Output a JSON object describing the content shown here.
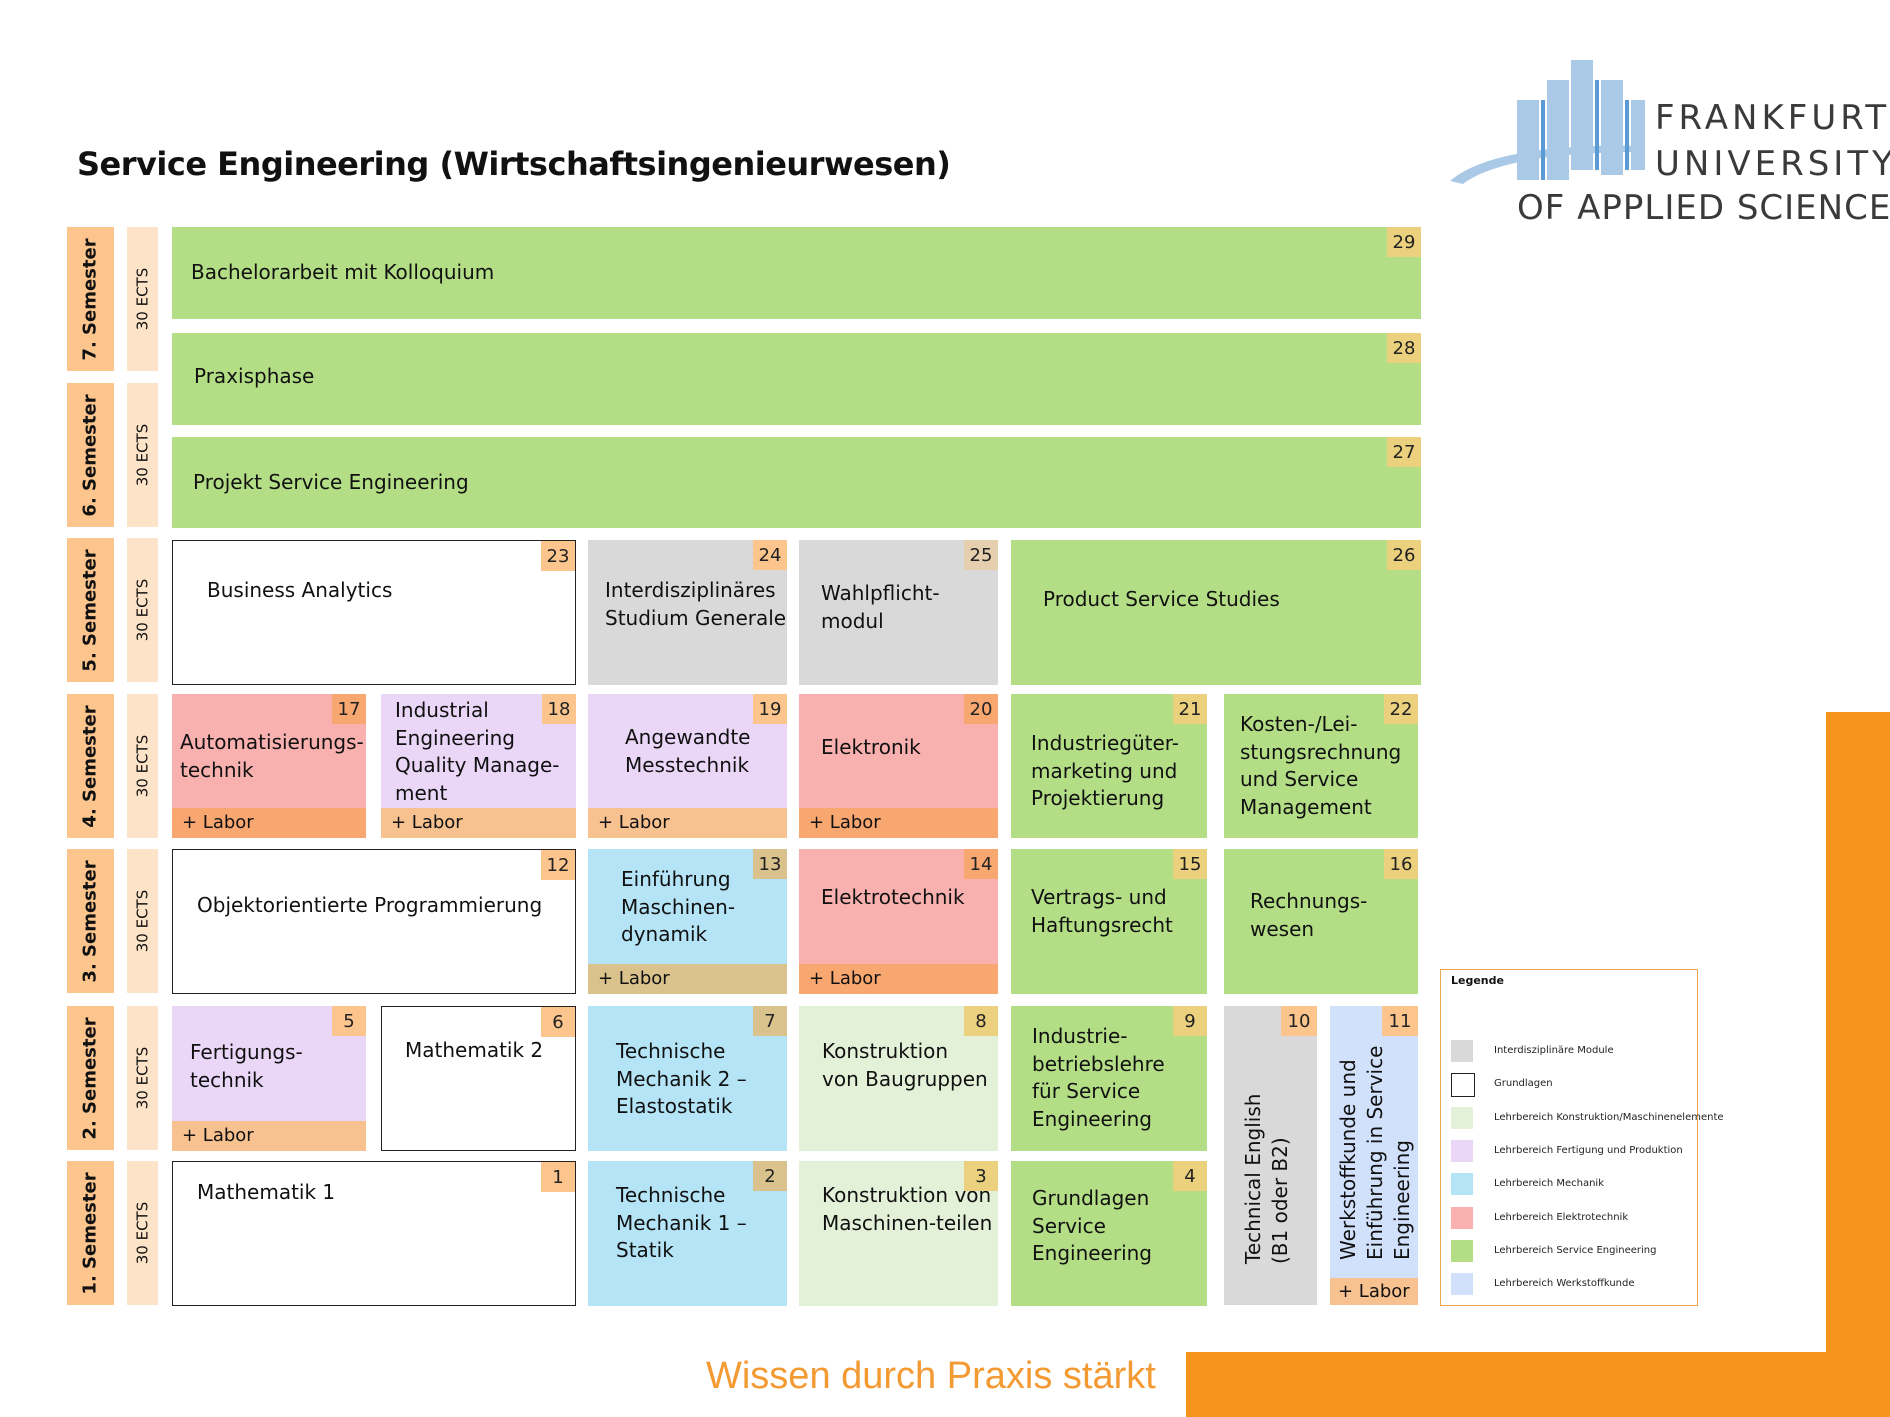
{
  "title": "Service Engineering (Wirtschaftsingenieurwesen)",
  "colors": {
    "interdisziplinaer": "#d9d9d9",
    "grundlagen": "#ffffff",
    "konstruktion": "#e2f1d8",
    "fertigung": "#ead7f8",
    "mechanik": "#b4e4f5",
    "elektrotechnik": "#f9b1b0",
    "service_engineering": "#b4de86",
    "werkstoffkunde": "#d1e0fb",
    "semester_label": "#fbc58d",
    "ects_label": "#fde4c8",
    "brand_orange": "#f7941d",
    "slogan_text": "#f39a33",
    "logo_blue": "#a9c9e6"
  },
  "semesters": [
    {
      "label": "7.  Semester",
      "ects": "30 ECTS"
    },
    {
      "label": "6.  Semester",
      "ects": "30 ECTS"
    },
    {
      "label": "5.  Semester",
      "ects": "30 ECTS"
    },
    {
      "label": "4. Semester",
      "ects": "30 ECTS"
    },
    {
      "label": "3. Semester",
      "ects": "30 ECTS"
    },
    {
      "label": "2. Semester",
      "ects": "30 ECTS"
    },
    {
      "label": "1. Semester",
      "ects": "30 ECTS"
    }
  ],
  "modules": [
    {
      "num": "1",
      "label": "Mathematik 1",
      "category": "grundlagen"
    },
    {
      "num": "2",
      "label": "Technische\nMechanik 1 –\nStatik",
      "category": "mechanik"
    },
    {
      "num": "3",
      "label": "Konstruktion von\nMaschinen-teilen",
      "category": "konstruktion"
    },
    {
      "num": "4",
      "label": "Grundlagen\nService\nEngineering",
      "category": "service_engineering"
    },
    {
      "num": "5",
      "label": "Fertigungs-\ntechnik",
      "category": "fertigung",
      "labor": "+ Labor"
    },
    {
      "num": "6",
      "label": "Mathematik 2",
      "category": "grundlagen"
    },
    {
      "num": "7",
      "label": "Technische\nMechanik 2 –\nElastostatik",
      "category": "mechanik"
    },
    {
      "num": "8",
      "label": "Konstruktion\nvon Baugruppen",
      "category": "konstruktion"
    },
    {
      "num": "9",
      "label": "Industrie-\nbetriebslehre\nfür Service\nEngineering",
      "category": "service_engineering"
    },
    {
      "num": "10",
      "label": "Technical English\n(B1 oder B2)",
      "category": "interdisziplinaer"
    },
    {
      "num": "11",
      "label": "Werkstoffkunde und\nEinführung in Service\nEngineering",
      "category": "werkstoffkunde",
      "labor": "+ Labor"
    },
    {
      "num": "12",
      "label": "Objektorientierte Programmierung",
      "category": "grundlagen"
    },
    {
      "num": "13",
      "label": "Einführung\nMaschinen-\ndynamik",
      "category": "mechanik",
      "labor": "+ Labor"
    },
    {
      "num": "14",
      "label": "Elektrotechnik",
      "category": "elektrotechnik",
      "labor": "+ Labor"
    },
    {
      "num": "15",
      "label": "Vertrags- und\nHaftungsrecht",
      "category": "service_engineering"
    },
    {
      "num": "16",
      "label": "Rechnungs-\nwesen",
      "category": "service_engineering"
    },
    {
      "num": "17",
      "label": "Automatisierungs-\ntechnik",
      "category": "elektrotechnik",
      "labor": "+ Labor"
    },
    {
      "num": "18",
      "label": "Industrial\nEngineering\nQuality Manage-\nment",
      "category": "fertigung",
      "labor": "+ Labor"
    },
    {
      "num": "19",
      "label": "Angewandte\nMesstechnik",
      "category": "fertigung",
      "labor": "+ Labor"
    },
    {
      "num": "20",
      "label": "Elektronik",
      "category": "elektrotechnik",
      "labor": "+ Labor"
    },
    {
      "num": "21",
      "label": "Industriegüter-\nmarketing und\nProjektierung",
      "category": "service_engineering"
    },
    {
      "num": "22",
      "label": "Kosten-/Lei-\nstungsrechnung\nund Service\nManagement",
      "category": "service_engineering"
    },
    {
      "num": "23",
      "label": "Business Analytics",
      "category": "grundlagen"
    },
    {
      "num": "24",
      "label": "Interdisziplinäres\nStudium Generale",
      "category": "interdisziplinaer"
    },
    {
      "num": "25",
      "label": "Wahlpflicht-\nmodul",
      "category": "interdisziplinaer"
    },
    {
      "num": "26",
      "label": "Product Service Studies",
      "category": "service_engineering"
    },
    {
      "num": "27",
      "label": "Projekt Service Engineering",
      "category": "service_engineering"
    },
    {
      "num": "28",
      "label": "Praxisphase",
      "category": "service_engineering"
    },
    {
      "num": "29",
      "label": "Bachelorarbeit mit Kolloquium",
      "category": "service_engineering"
    }
  ],
  "legend": {
    "title": "Legende",
    "items": [
      {
        "category": "interdisziplinaer",
        "label": "Interdisziplinäre Module"
      },
      {
        "category": "grundlagen",
        "label": "Grundlagen"
      },
      {
        "category": "konstruktion",
        "label": "Lehrbereich Konstruktion/Maschinenelemente"
      },
      {
        "category": "fertigung",
        "label": "Lehrbereich Fertigung und Produktion"
      },
      {
        "category": "mechanik",
        "label": "Lehrbereich Mechanik"
      },
      {
        "category": "elektrotechnik",
        "label": "Lehrbereich Elektrotechnik"
      },
      {
        "category": "service_engineering",
        "label": "Lehrbereich Service Engineering"
      },
      {
        "category": "werkstoffkunde",
        "label": "Lehrbereich Werkstoffkunde"
      }
    ]
  },
  "logo": {
    "lines": [
      "FRANKFURT",
      "UNIVERSITY",
      "OF APPLIED SCIENCES"
    ]
  },
  "slogan": "Wissen durch Praxis stärkt"
}
